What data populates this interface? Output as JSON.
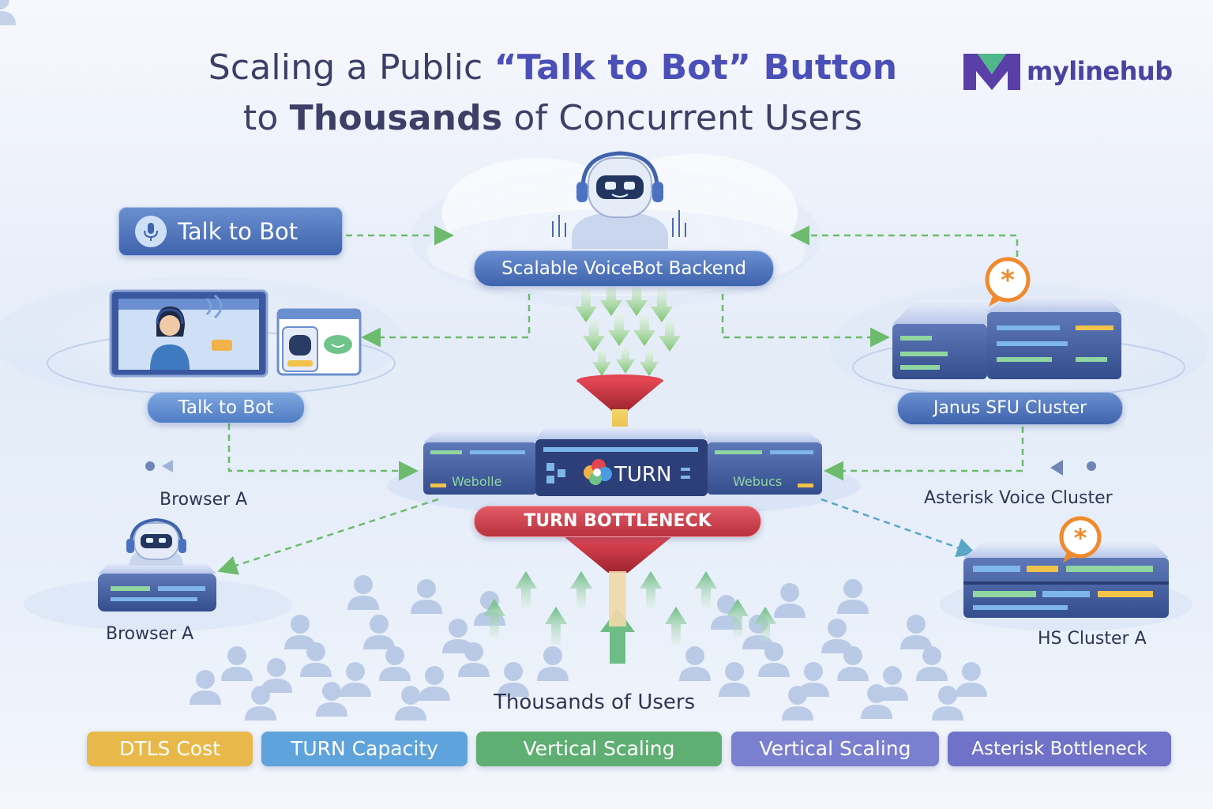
{
  "title": {
    "line1_part1": "Scaling a Public ",
    "line1_accent": "“Talk to Bot”",
    "line1_part2": " Button",
    "line2_part1": "to ",
    "line2_bold": "Thousands",
    "line2_part2": " of Concurrent Users"
  },
  "brand": {
    "name": "mylinehub"
  },
  "nodes": {
    "talk_button": "Talk to Bot",
    "backend": "Scalable VoiceBot Backend",
    "agent_label": "Talk to Bot",
    "janus": "Janus SFU Cluster",
    "turn_server": "TURN",
    "webrtc_left": "Webolle",
    "webrtc_right": "Webucs",
    "turn_bottleneck": "TURN BOTTLENECK",
    "browser_a_top": "Browser A",
    "browser_a_bottom": "Browser A",
    "asterisk": "Asterisk Voice Cluster",
    "hs_cluster": "HS Cluster A",
    "users": "Thousands of Users"
  },
  "tags": [
    {
      "label": "DTLS Cost",
      "color": "#e8b84a"
    },
    {
      "label": "TURN Capacity",
      "color": "#5fa3dc"
    },
    {
      "label": "Vertical Scaling",
      "color": "#5fae72"
    },
    {
      "label": "Vertical Scaling",
      "color": "#7a7fd0"
    },
    {
      "label": "Asterisk Bottleneck",
      "color": "#6f72c8"
    }
  ],
  "colors": {
    "dashed_arrow": "#6dbb6d",
    "dashed_arrow_blue": "#5aa6c8",
    "funnel": "#c8323c",
    "accent": "#4b4fb8"
  }
}
